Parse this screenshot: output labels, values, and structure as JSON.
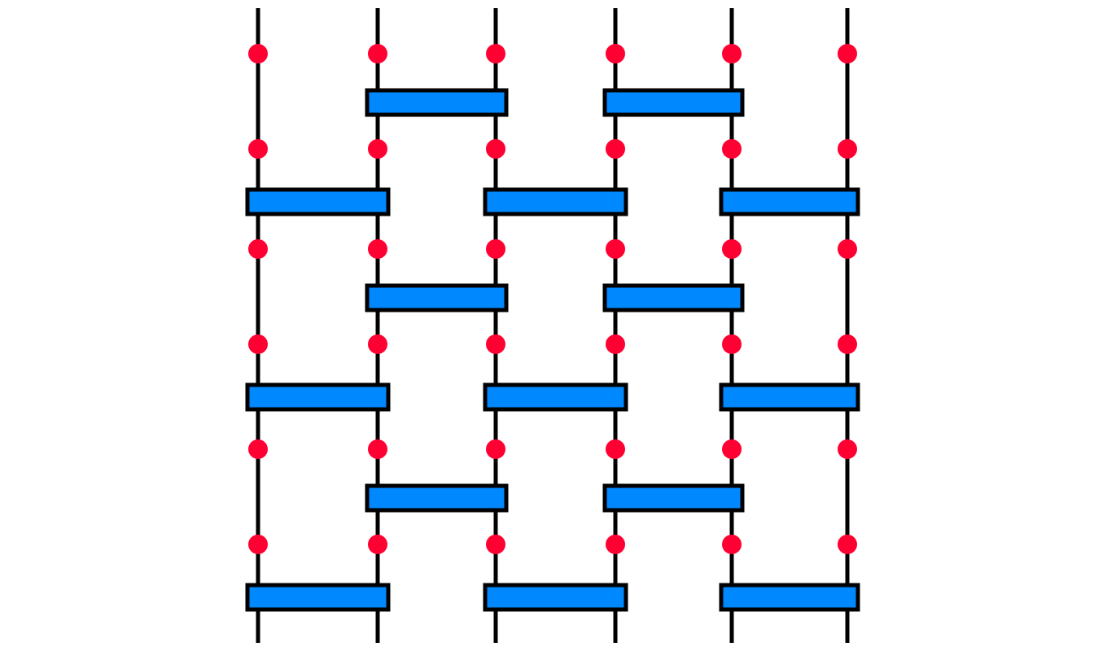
{
  "diagram": {
    "wire_count": 6,
    "layers": [
      {
        "type": "dots"
      },
      {
        "type": "gates",
        "pairs": [
          [
            2,
            3
          ],
          [
            4,
            5
          ]
        ]
      },
      {
        "type": "dots"
      },
      {
        "type": "gates",
        "pairs": [
          [
            1,
            2
          ],
          [
            3,
            4
          ],
          [
            5,
            6
          ]
        ]
      },
      {
        "type": "dots"
      },
      {
        "type": "gates",
        "pairs": [
          [
            2,
            3
          ],
          [
            4,
            5
          ]
        ]
      },
      {
        "type": "dots"
      },
      {
        "type": "gates",
        "pairs": [
          [
            1,
            2
          ],
          [
            3,
            4
          ],
          [
            5,
            6
          ]
        ]
      },
      {
        "type": "dots"
      },
      {
        "type": "gates",
        "pairs": [
          [
            2,
            3
          ],
          [
            4,
            5
          ]
        ]
      },
      {
        "type": "dots"
      },
      {
        "type": "gates",
        "pairs": [
          [
            1,
            2
          ],
          [
            3,
            4
          ],
          [
            5,
            6
          ]
        ]
      }
    ],
    "colors": {
      "wire": "#000000",
      "dot": "#ff0033",
      "gate_fill": "#0088ff",
      "gate_stroke": "#000000"
    }
  }
}
